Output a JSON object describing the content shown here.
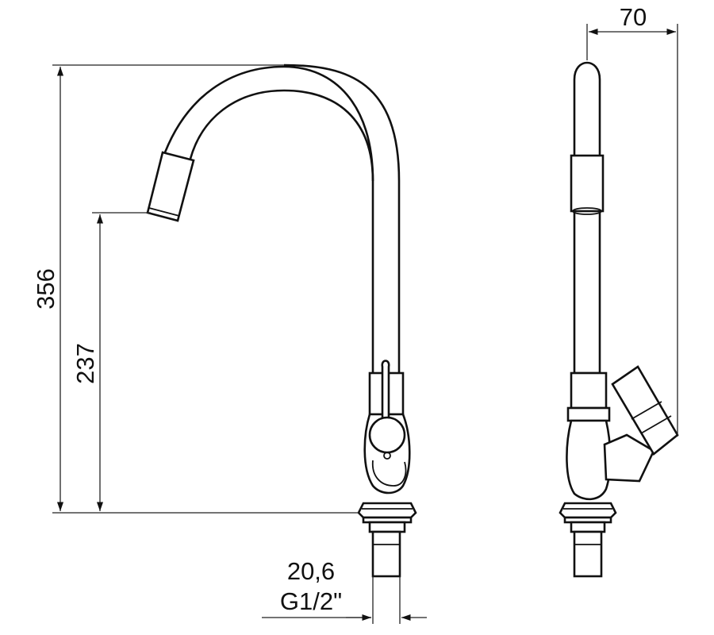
{
  "dimensions": {
    "total_height": "356",
    "spout_height": "237",
    "side_width": "70",
    "thread_size": "20,6",
    "thread_type": "G1/2\""
  },
  "colors": {
    "line": "#111111",
    "background": "#ffffff"
  }
}
